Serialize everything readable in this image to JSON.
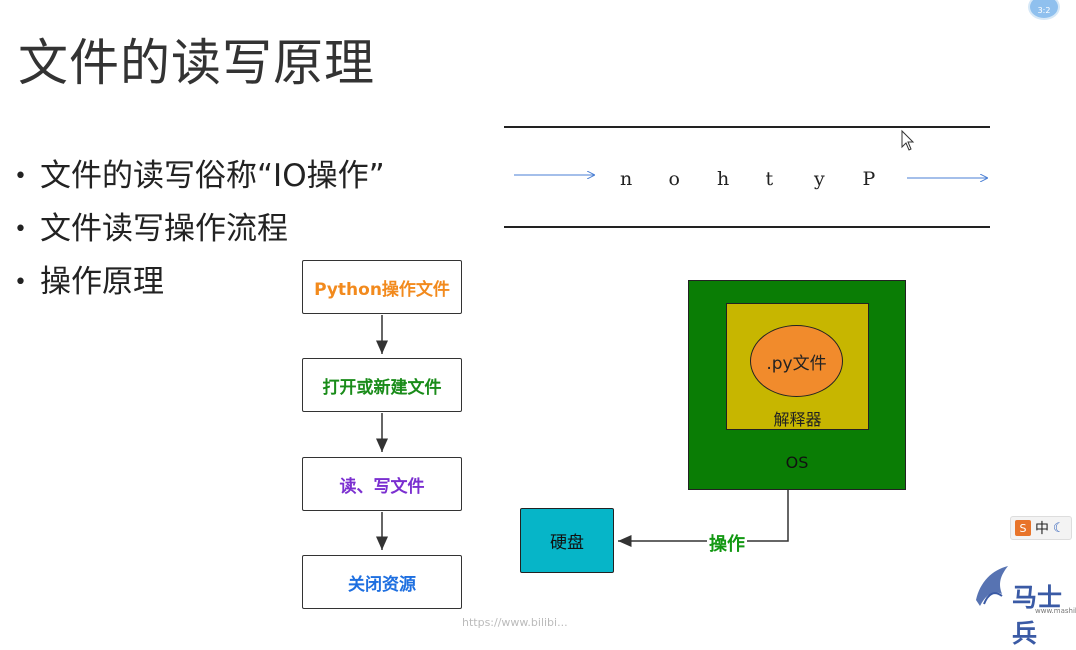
{
  "slide": {
    "title": "文件的读写原理",
    "bullets": [
      "文件的读写俗称“IO操作”",
      "文件读写操作流程",
      "操作原理"
    ]
  },
  "flowchart": {
    "steps": [
      {
        "label": "Python操作文件",
        "color": "#f28a1d"
      },
      {
        "label": "打开或新建文件",
        "color": "#1a8c1a"
      },
      {
        "label": "读、写文件",
        "color": "#7b2fd0"
      },
      {
        "label": "关闭资源",
        "color": "#1e6fe0"
      }
    ]
  },
  "stream": {
    "letters": [
      "n",
      "o",
      "h",
      "t",
      "y",
      "P"
    ]
  },
  "os_diagram": {
    "os_label": "OS",
    "interpreter_label": "解释器",
    "file_label": ".py文件",
    "disk_label": "硬盘",
    "operation_label": "操作",
    "colors": {
      "os": "#0a7d05",
      "interpreter": "#c7b600",
      "file": "#f18b2c",
      "disk": "#06b5c8",
      "operation": "#129812"
    }
  },
  "overlay": {
    "ime_label": "中",
    "ime_logo": "S",
    "brand": "马士兵",
    "brand_sub": "www.mashib",
    "corner_badge": "3:2",
    "url_fragment": "https://www.bilibi..."
  }
}
